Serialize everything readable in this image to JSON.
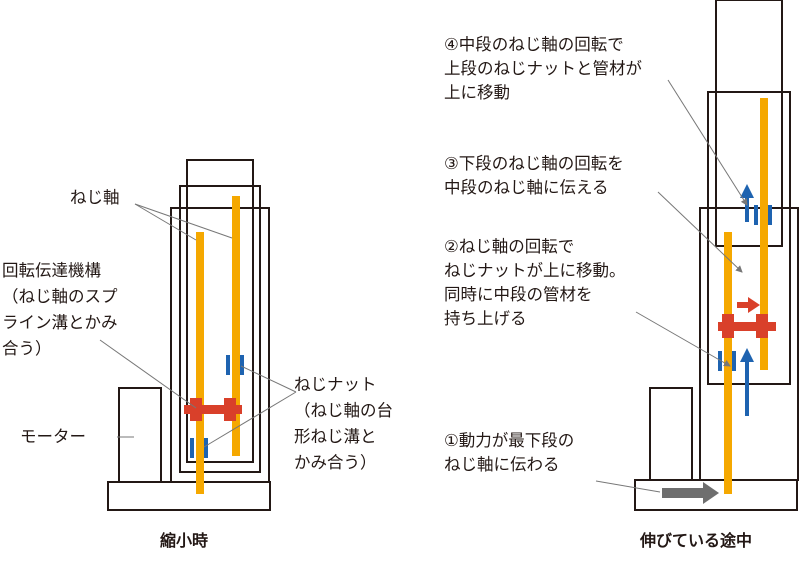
{
  "colors": {
    "shaft": "#F5A800",
    "nut": "#1E63B0",
    "transmission": "#D9402A",
    "power_arrow": "#6E6E6E",
    "outline": "#231815",
    "leader": "#777777"
  },
  "left": {
    "caption": "縮小時",
    "labels": {
      "screw_shaft": "ねじ軸",
      "transmission": "回転伝達機構\n（ねじ軸のスプ\nライン溝とかみ\n合う）",
      "motor": "モーター",
      "screw_nut": "ねじナット\n（ねじ軸の台\n形ねじ溝と\nかみ合う）"
    }
  },
  "right": {
    "caption": "伸びている途中",
    "steps": [
      "④中段のねじ軸の回転で\n上段のねじナットと管材が\n上に移動",
      "③下段のねじ軸の回転を\n中段のねじ軸に伝える",
      "②ねじ軸の回転で\nねじナットが上に移動。\n同時に中段の管材を\n持ち上げる",
      "①動力が最下段の\nねじ軸に伝わる"
    ]
  }
}
